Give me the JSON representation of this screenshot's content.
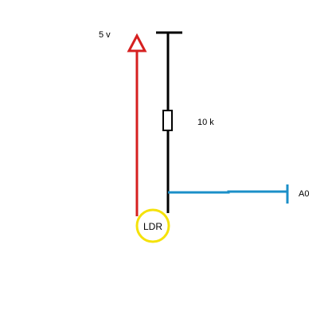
{
  "labels": {
    "supply": "5 v",
    "resistor": "10 k",
    "sensor": "LDR",
    "output": "A0"
  },
  "colors": {
    "background": "#ffffff",
    "supply_wire": "#d62020",
    "circuit_wire": "#000000",
    "output_wire": "#1b8fc8",
    "ldr_outline": "#f5e20a"
  },
  "icons": {
    "supply_symbol": "up-arrow-icon",
    "resistor_symbol": "resistor-icon",
    "sensor_symbol": "ldr-circle-icon",
    "output_symbol": "terminal-bar-icon"
  }
}
